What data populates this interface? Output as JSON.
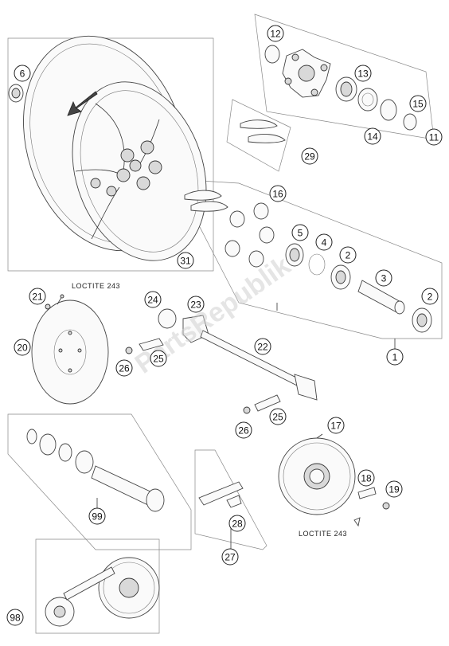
{
  "callouts": [
    "1",
    "2",
    "2",
    "3",
    "4",
    "5",
    "6",
    "11",
    "12",
    "13",
    "14",
    "15",
    "16",
    "17",
    "18",
    "19",
    "20",
    "21",
    "22",
    "23",
    "24",
    "25",
    "25",
    "26",
    "26",
    "27",
    "28",
    "29",
    "31",
    "98",
    "99"
  ],
  "notes": {
    "loctite_top": "LOCTITE 243",
    "loctite_bottom": "LOCTITE 243"
  },
  "watermark": "PartsRepublik"
}
